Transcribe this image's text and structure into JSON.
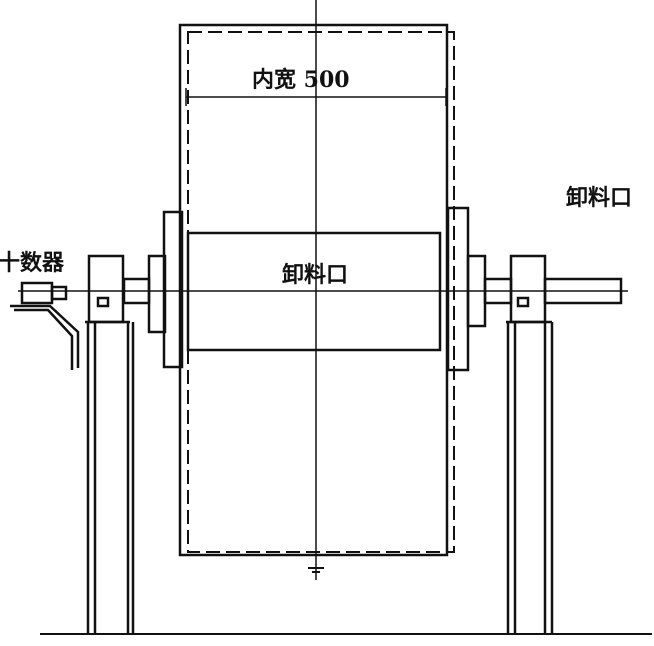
{
  "labels": {
    "inner_width": "内宽 500",
    "outlet_center": "卸料口",
    "outlet_right": "卸料口",
    "counter": "十数器"
  },
  "colors": {
    "line": "#111111",
    "background": "#ffffff"
  }
}
